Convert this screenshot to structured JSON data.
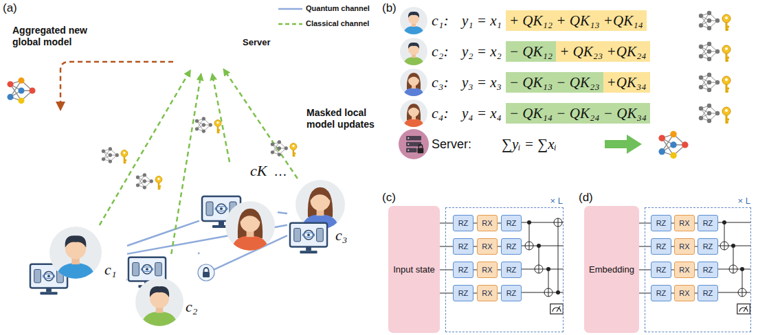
{
  "diagram": {
    "nodes": [
      {
        "text": [
          "Server"
        ]
      },
      {
        "text": [
          "c₁"
        ]
      },
      {
        "text": [
          "c₂"
        ]
      },
      {
        "text": [
          "cK"
        ]
      },
      {
        "text": [
          "c₃"
        ]
      },
      {
        "text": [
          "+ QK₁₂ + QK₁₃ +QK₁₄"
        ]
      },
      {
        "text": [
          "− QK₁₂"
        ]
      },
      {
        "text": [
          "+ QK₂₃ +QK₂₄"
        ]
      },
      {
        "text": [
          "− QK₁₃ − QK₂₃"
        ]
      },
      {
        "text": [
          "+QK₃₄"
        ]
      },
      {
        "text": [
          "− QK₁₄ − QK₂₄ − QK₃₄"
        ]
      },
      {
        "text": [
          "Input state"
        ]
      },
      {
        "text": [
          "× L"
        ]
      },
      {
        "text": [
          "RZ"
        ],
        "in": 12
      },
      {
        "text": [
          "RX"
        ],
        "in": 12
      },
      {
        "text": [
          "RZ"
        ],
        "in": 12
      },
      {
        "text": [
          "RZ"
        ],
        "in": 12
      },
      {
        "text": [
          "RX"
        ],
        "in": 12
      },
      {
        "text": [
          "RZ"
        ],
        "in": 12
      },
      {
        "text": [
          "RZ"
        ],
        "in": 12
      },
      {
        "text": [
          "RX"
        ],
        "in": 12
      },
      {
        "text": [
          "RZ"
        ],
        "in": 12
      },
      {
        "text": [
          "RZ"
        ],
        "in": 12
      },
      {
        "text": [
          "RX"
        ],
        "in": 12
      },
      {
        "text": [
          "RZ"
        ],
        "in": 12
      },
      {
        "text": [
          "Embedding"
        ]
      },
      {
        "text": [
          "× L"
        ]
      },
      {
        "text": [
          "RZ"
        ],
        "in": 26
      },
      {
        "text": [
          "RX"
        ],
        "in": 26
      },
      {
        "text": [
          "RZ"
        ],
        "in": 26
      },
      {
        "text": [
          "RZ"
        ],
        "in": 26
      },
      {
        "text": [
          "RX"
        ],
        "in": 26
      },
      {
        "text": [
          "RZ"
        ],
        "in": 26
      },
      {
        "text": [
          "RZ"
        ],
        "in": 26
      },
      {
        "text": [
          "RX"
        ],
        "in": 26
      },
      {
        "text": [
          "RZ"
        ],
        "in": 26
      },
      {
        "text": [
          "RZ"
        ],
        "in": 26
      },
      {
        "text": [
          "RX"
        ],
        "in": 26
      },
      {
        "text": [
          "RZ"
        ],
        "in": 26
      }
    ],
    "edges": [
      {
        "from": 1,
        "to": 2,
        "arrow": "none"
      },
      {
        "from": 1,
        "to": 4,
        "arrow": "none"
      },
      {
        "from": 1,
        "to": 3,
        "arrow": "none"
      },
      {
        "from": 2,
        "to": 3,
        "arrow": "none"
      },
      {
        "from": 2,
        "to": 4,
        "arrow": "none"
      },
      {
        "from": 4,
        "to": 3,
        "arrow": "none"
      },
      {
        "from": 1,
        "to": 0,
        "arrow": "to"
      },
      {
        "from": 2,
        "to": 0,
        "arrow": "to"
      },
      {
        "from": 3,
        "to": 0,
        "arrow": "to"
      },
      {
        "from": 4,
        "to": 0,
        "arrow": "to"
      },
      {
        "from": 11,
        "to": 13,
        "arrow": "none"
      },
      {
        "from": 13,
        "to": 14,
        "arrow": "none"
      },
      {
        "from": 14,
        "to": 15,
        "arrow": "none"
      },
      {
        "from": 11,
        "to": 16,
        "arrow": "none"
      },
      {
        "from": 16,
        "to": 17,
        "arrow": "none"
      },
      {
        "from": 17,
        "to": 18,
        "arrow": "none"
      },
      {
        "from": 11,
        "to": 19,
        "arrow": "none"
      },
      {
        "from": 19,
        "to": 20,
        "arrow": "none"
      },
      {
        "from": 20,
        "to": 21,
        "arrow": "none"
      },
      {
        "from": 11,
        "to": 22,
        "arrow": "none"
      },
      {
        "from": 22,
        "to": 23,
        "arrow": "none"
      },
      {
        "from": 23,
        "to": 24,
        "arrow": "none"
      },
      {
        "from": 25,
        "to": 27,
        "arrow": "none"
      },
      {
        "from": 27,
        "to": 28,
        "arrow": "none"
      },
      {
        "from": 28,
        "to": 29,
        "arrow": "none"
      },
      {
        "from": 25,
        "to": 30,
        "arrow": "none"
      },
      {
        "from": 30,
        "to": 31,
        "arrow": "none"
      },
      {
        "from": 31,
        "to": 32,
        "arrow": "none"
      },
      {
        "from": 25,
        "to": 33,
        "arrow": "none"
      },
      {
        "from": 33,
        "to": 34,
        "arrow": "none"
      },
      {
        "from": 34,
        "to": 35,
        "arrow": "none"
      },
      {
        "from": 25,
        "to": 36,
        "arrow": "none"
      },
      {
        "from": 36,
        "to": 37,
        "arrow": "none"
      },
      {
        "from": 37,
        "to": 38,
        "arrow": "none"
      }
    ],
    "labels": [
      "(a)",
      "Aggregated new global model",
      "Masked local model updates",
      "…",
      "(b)",
      "c₁:",
      "y₁ = x₁",
      "c₂:",
      "y₂ = x₂",
      "c₃:",
      "y₃ = x₃",
      "c₄:",
      "y₄ = x₄",
      "Server:",
      "∑yᵢ = ∑xᵢ",
      "(c)",
      "(d)"
    ],
    "legend": [
      {
        "text": "Quantum channel"
      },
      {
        "text": "Classical channel"
      }
    ]
  }
}
